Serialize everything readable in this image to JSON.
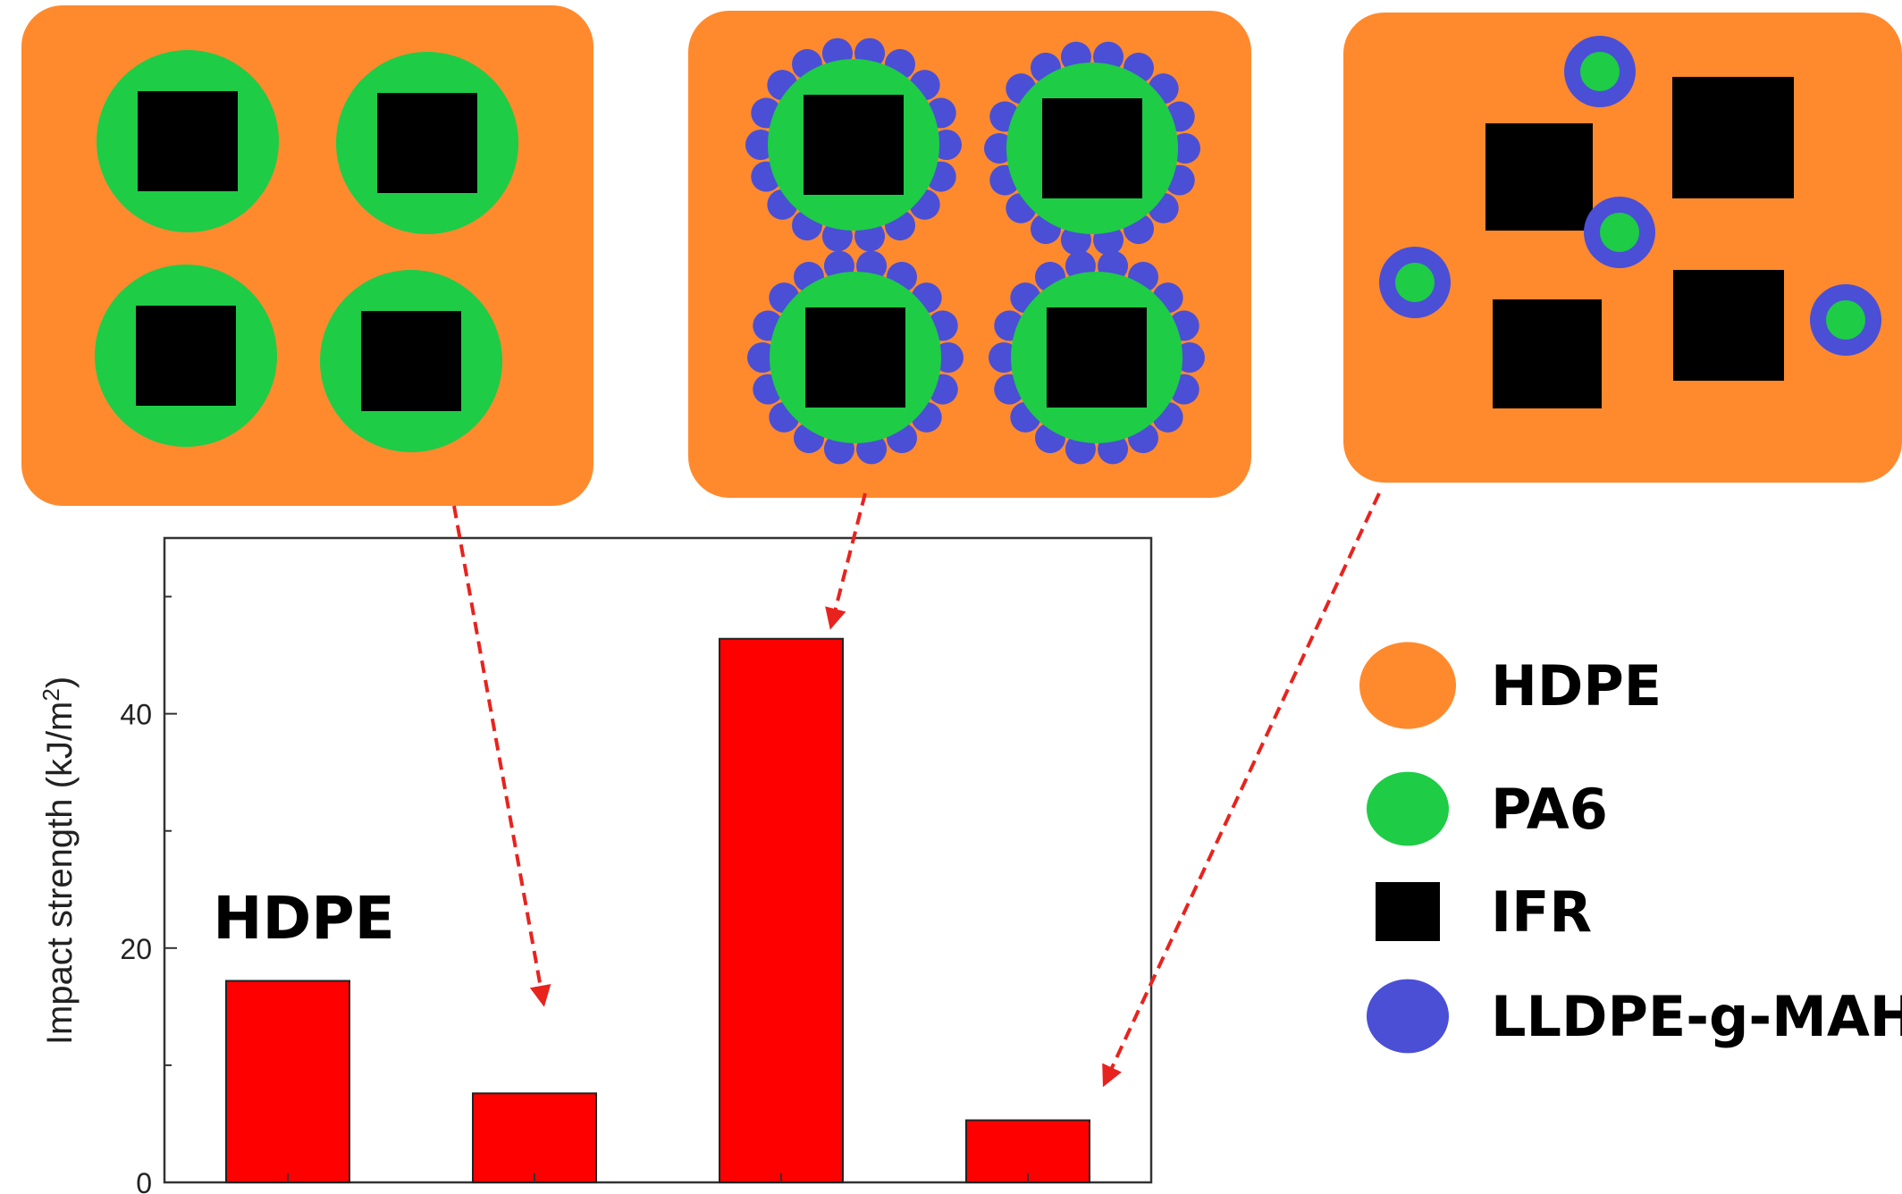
{
  "colors": {
    "hdpe": "#FF8A2E",
    "pa6": "#1ECC46",
    "ifr": "#000000",
    "lldpe_g_mah": "#4A4FD6",
    "bar": "#FF0000",
    "arrow": "#E8231E"
  },
  "chart_data": {
    "type": "bar",
    "categories": [
      "",
      "",
      "",
      ""
    ],
    "values": [
      17.2,
      7.6,
      46.4,
      5.3
    ],
    "ylabel": "Impact strength (kJ/m",
    "ylabel_sup": "2",
    "ylabel_close": ")",
    "ylim": [
      0,
      55
    ],
    "yticks": [
      0,
      20,
      40
    ],
    "yticks_minor": [
      10,
      30,
      50
    ],
    "annotations": [
      {
        "text": "HDPE",
        "category_index": 0
      }
    ],
    "grid": false
  },
  "legend": {
    "items": [
      {
        "shape": "circle",
        "label": "HDPE",
        "color": "#FF8A2E"
      },
      {
        "shape": "circle",
        "label": "PA6",
        "color": "#1ECC46"
      },
      {
        "shape": "square",
        "label": "IFR",
        "color": "#000000"
      },
      {
        "shape": "circle",
        "label": "LLDPE-g-MAH",
        "color": "#4A4FD6"
      }
    ]
  },
  "panels": [
    {
      "morphology": "core-shell: IFR encapsulated by PA6 in HDPE matrix",
      "points_to_category": 1
    },
    {
      "morphology": "core-shell with LLDPE-g-MAH decorated PA6 shell",
      "points_to_category": 2
    },
    {
      "morphology": "separate IFR and PA6/LLDPE-g-MAH domains",
      "points_to_category": 3
    }
  ]
}
